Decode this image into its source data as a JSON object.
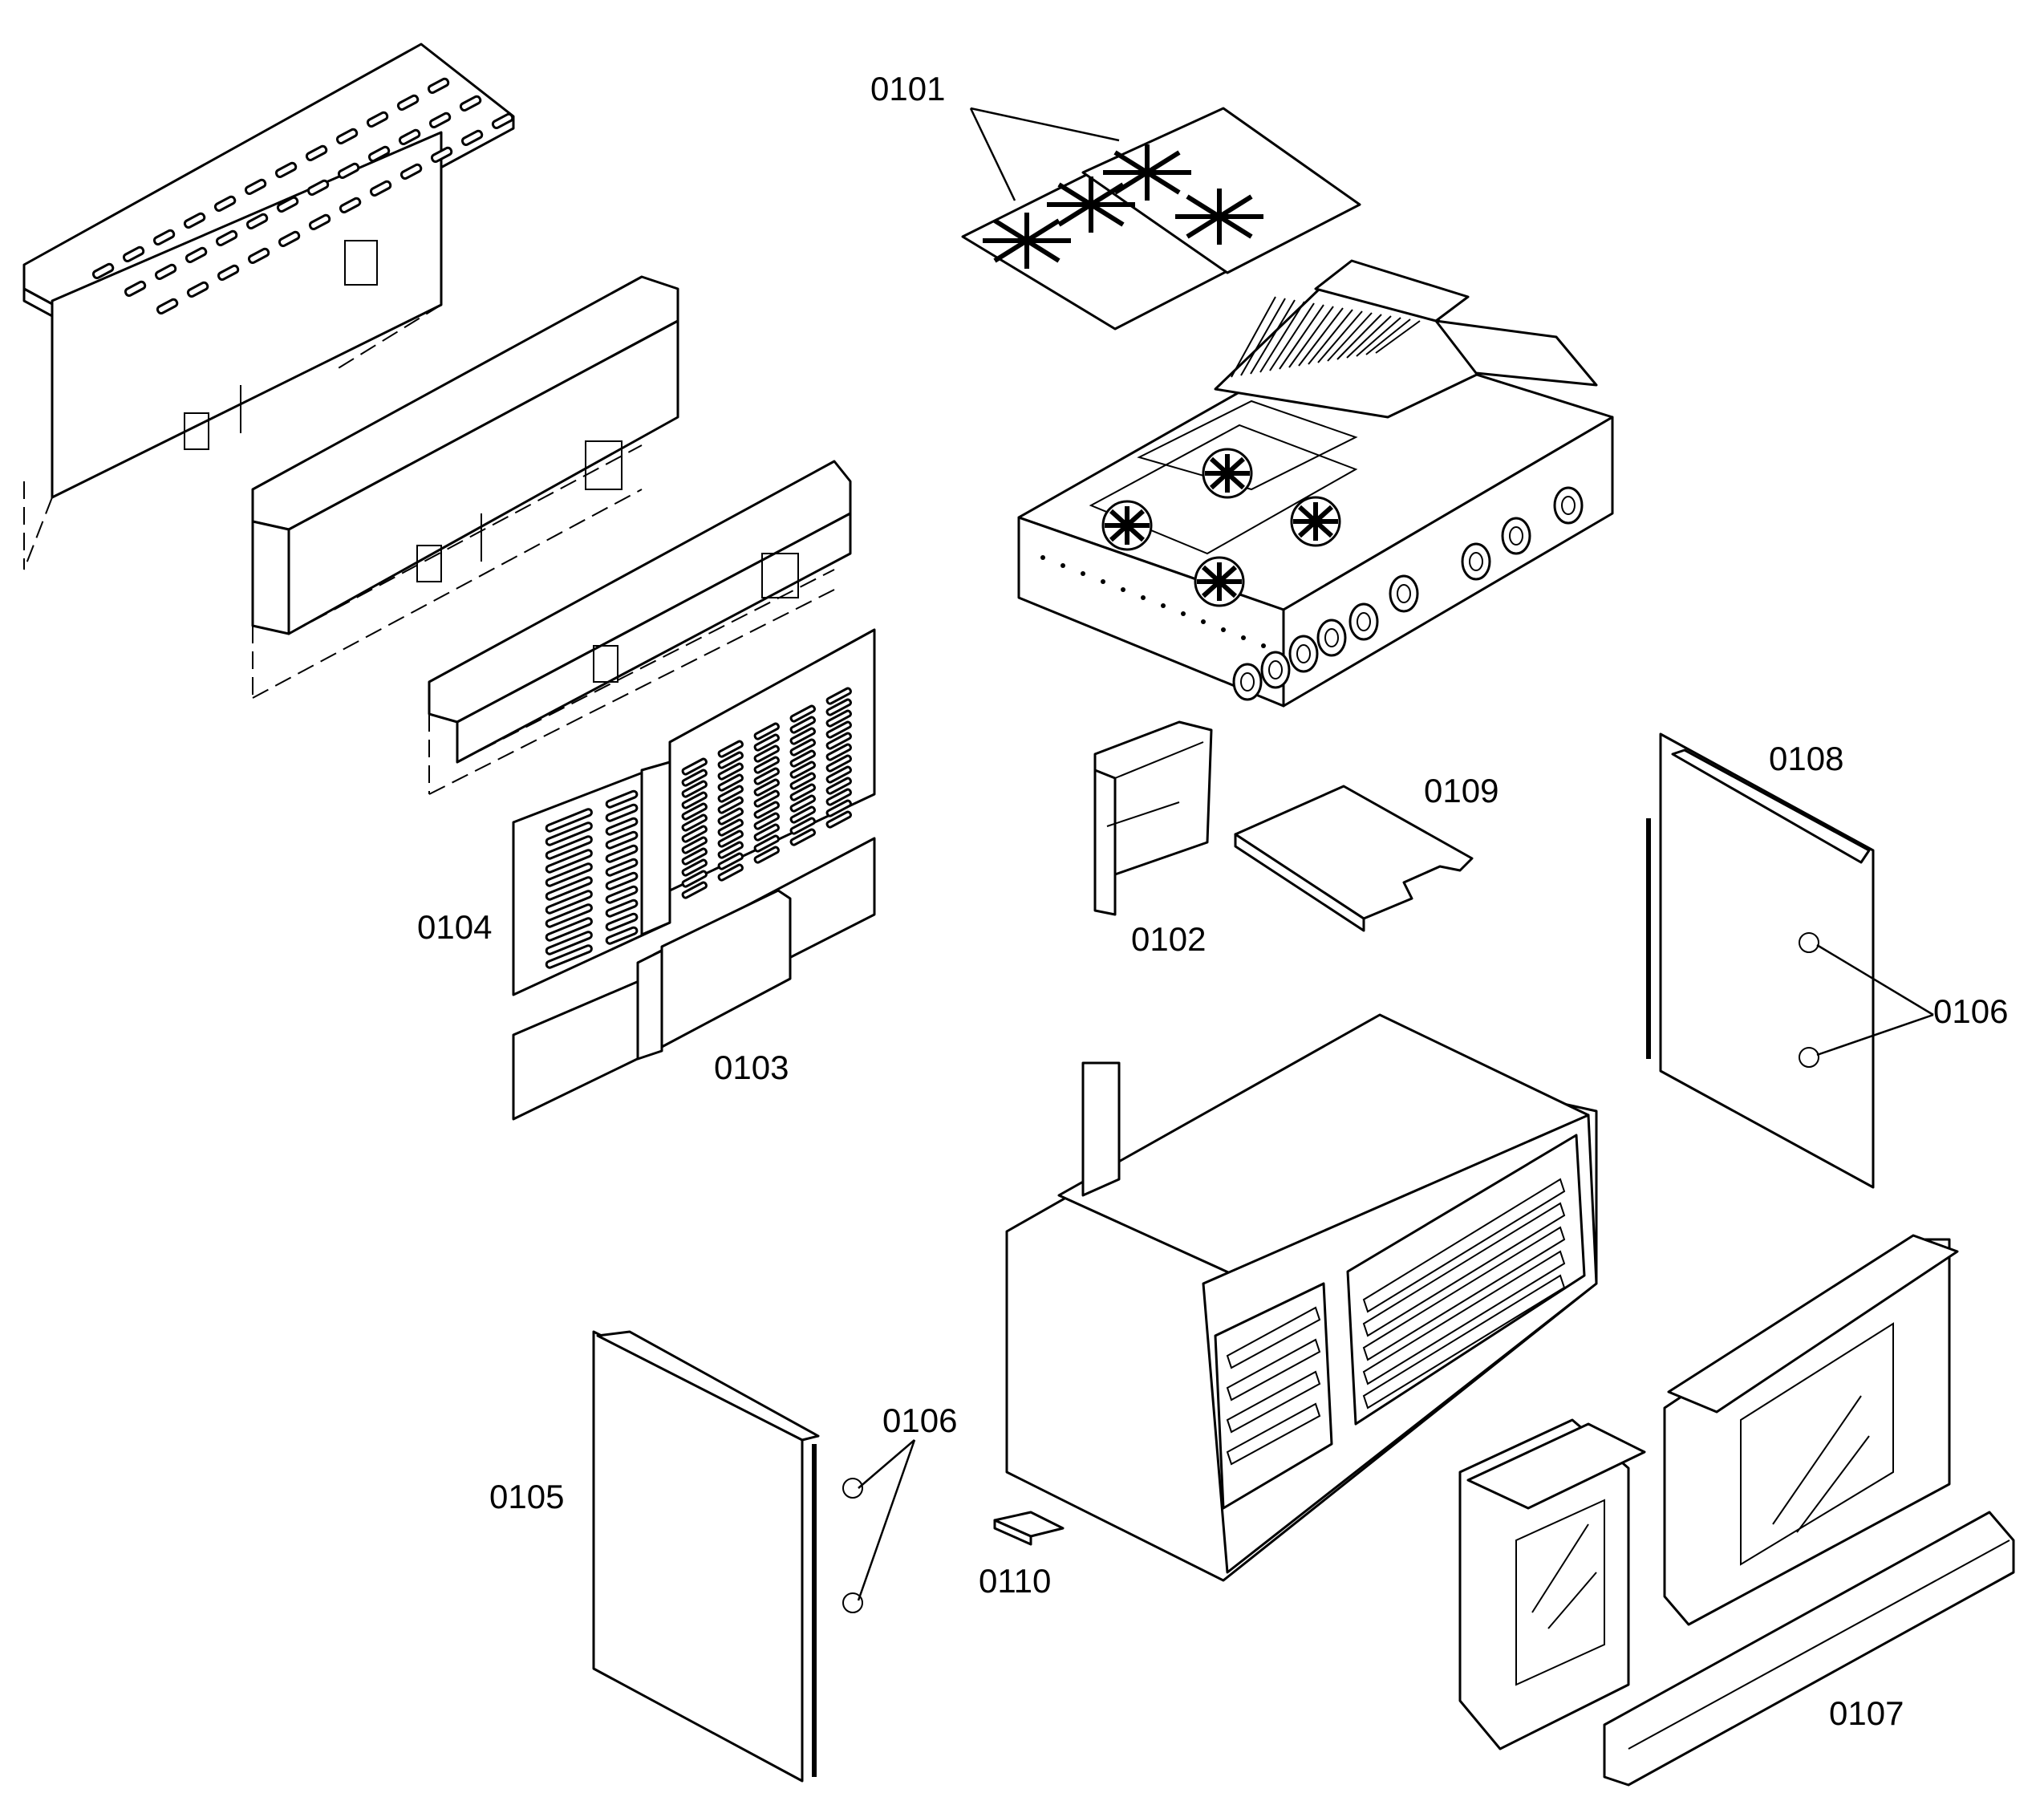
{
  "diagram": {
    "labels": {
      "grates": "0101",
      "flue_box": "0102",
      "lower_back_panels": "0103",
      "back_panel": "0104",
      "left_side_panel": "0105",
      "clips_right": "0106",
      "clips_left": "0106",
      "kick_panel": "0107",
      "right_side_panel": "0108",
      "griddle_cover": "0109",
      "leveling_leg": "0110"
    }
  }
}
